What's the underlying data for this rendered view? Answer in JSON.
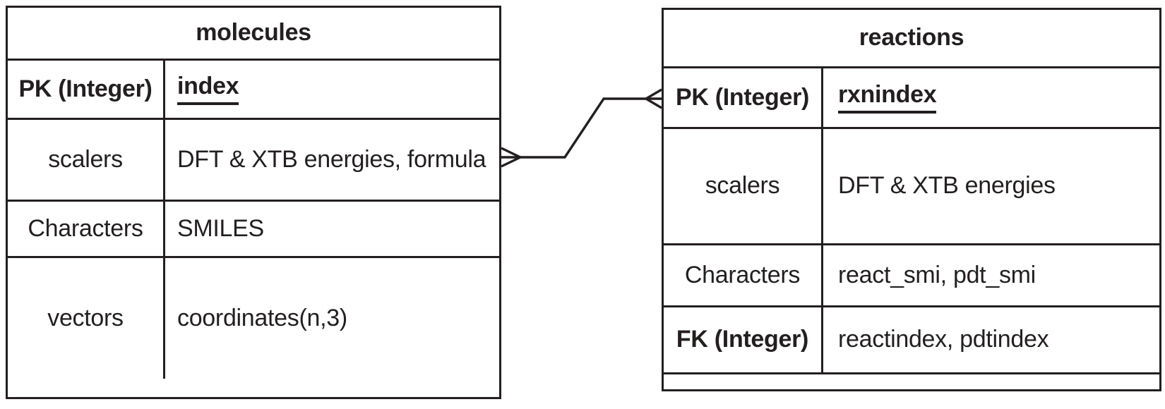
{
  "colors": {
    "ink": "#231f20",
    "background": "#ffffff"
  },
  "tables": {
    "molecules": {
      "title": "molecules",
      "rows": [
        {
          "key": "PK (Integer)",
          "value": "index"
        },
        {
          "key": "scalers",
          "value": "DFT & XTB energies, formula"
        },
        {
          "key": "Characters",
          "value": "SMILES"
        },
        {
          "key": "vectors",
          "value": "coordinates(n,3)"
        }
      ]
    },
    "reactions": {
      "title": "reactions",
      "rows": [
        {
          "key": "PK (Integer)",
          "value": "rxnindex"
        },
        {
          "key": "scalers",
          "value": "DFT & XTB energies"
        },
        {
          "key": "Characters",
          "value": "react_smi, pdt_smi"
        },
        {
          "key": "FK (Integer)",
          "value": "reactindex, pdtindex"
        }
      ]
    }
  },
  "relationship": {
    "from_table": "molecules",
    "to_table": "reactions",
    "cardinality": "many-to-many"
  }
}
